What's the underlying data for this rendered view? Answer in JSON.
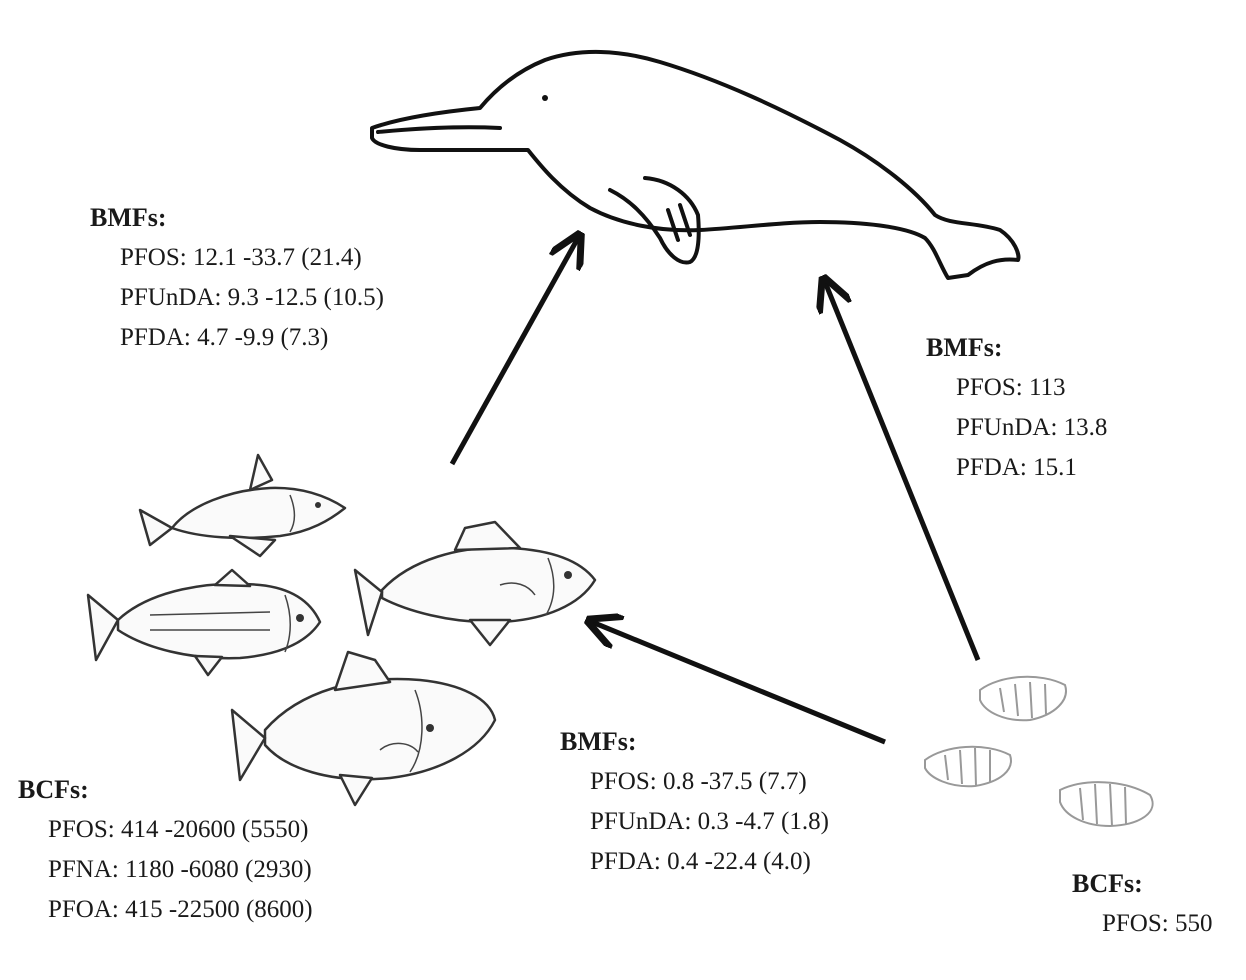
{
  "blocks": {
    "dolphin_left": {
      "heading": "BMFs:",
      "rows": [
        {
          "compound": "PFOS:",
          "value": "12.1 -33.7 (21.4)"
        },
        {
          "compound": "PFUnDA:",
          "value": "9.3 -12.5 (10.5)"
        },
        {
          "compound": "PFDA:",
          "value": "4.7 -9.9 (7.3)"
        }
      ]
    },
    "dolphin_right": {
      "heading": "BMFs:",
      "rows": [
        {
          "compound": "PFOS:",
          "value": "113"
        },
        {
          "compound": "PFUnDA:",
          "value": "13.8"
        },
        {
          "compound": "PFDA:",
          "value": "15.1"
        }
      ]
    },
    "fish_bcf": {
      "heading": "BCFs:",
      "rows": [
        {
          "compound": "PFOS:",
          "value": "414 -20600 (5550)"
        },
        {
          "compound": "PFNA:",
          "value": "1180 -6080 (2930)"
        },
        {
          "compound": "PFOA:",
          "value": "415 -22500 (8600)"
        }
      ]
    },
    "fish_bmf": {
      "heading": "BMFs:",
      "rows": [
        {
          "compound": "PFOS:",
          "value": "0.8 -37.5 (7.7)"
        },
        {
          "compound": "PFUnDA:",
          "value": "0.3 -4.7 (1.8)"
        },
        {
          "compound": "PFDA:",
          "value": "0.4 -22.4 (4.0)"
        }
      ]
    },
    "shrimp_bcf": {
      "heading": "BCFs:",
      "rows": [
        {
          "compound": "PFOS:",
          "value": "550"
        }
      ]
    }
  },
  "organism_icons": [
    "dolphin-icon",
    "fish-icon",
    "shrimp-icon"
  ],
  "colors": {
    "ink": "#111111",
    "background": "#ffffff"
  }
}
